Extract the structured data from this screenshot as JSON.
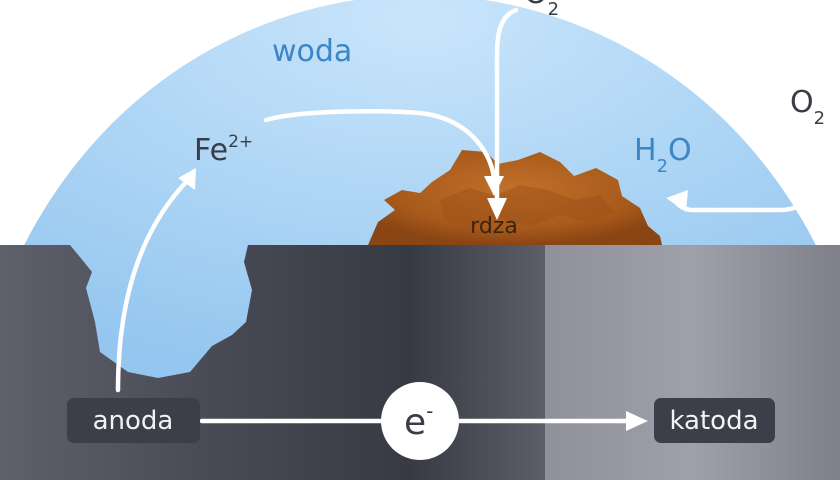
{
  "labels": {
    "water": "woda",
    "iron_ion": "Fe",
    "iron_ion_charge": "2+",
    "oxygen_top": "O",
    "oxygen_top_sub": "2",
    "oxygen_right": "O",
    "oxygen_right_sub": "2",
    "water_molecule_h": "H",
    "water_molecule_sub": "2",
    "water_molecule_o": "O",
    "rust": "rdza",
    "anode": "anoda",
    "cathode": "katoda",
    "electron": "e",
    "electron_charge": "-"
  },
  "colors": {
    "water": "#a9d3f5",
    "water_light": "#c9e5fb",
    "metal_dark": "#3d3f49",
    "metal_mid": "#5f616d",
    "metal_light": "#9a9ba5",
    "rust": "#b5621e",
    "rust_dark": "#8a4514",
    "label_box": "#3c3f4a",
    "text_blue": "#3b86c6",
    "text_dark": "#3a3d47"
  }
}
